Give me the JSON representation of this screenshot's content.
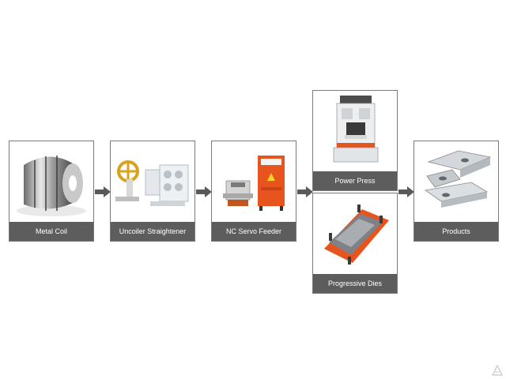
{
  "steps": [
    {
      "label": "Metal Coil",
      "icon": "steel-coil-icon"
    },
    {
      "label": "Uncoiler Straightener",
      "icon": "uncoiler-machine-icon"
    },
    {
      "label": "NC Servo Feeder",
      "icon": "servo-feeder-icon"
    },
    {
      "label": "Power Press",
      "icon": "power-press-icon"
    },
    {
      "label": "Progressive Dies",
      "icon": "die-icon"
    },
    {
      "label": "Products",
      "icon": "metal-parts-icon"
    }
  ],
  "colors": {
    "label_bg": "#5d5d5d",
    "arrow": "#595959",
    "border": "#7a7a7a",
    "press_accent": "#e8541e"
  }
}
